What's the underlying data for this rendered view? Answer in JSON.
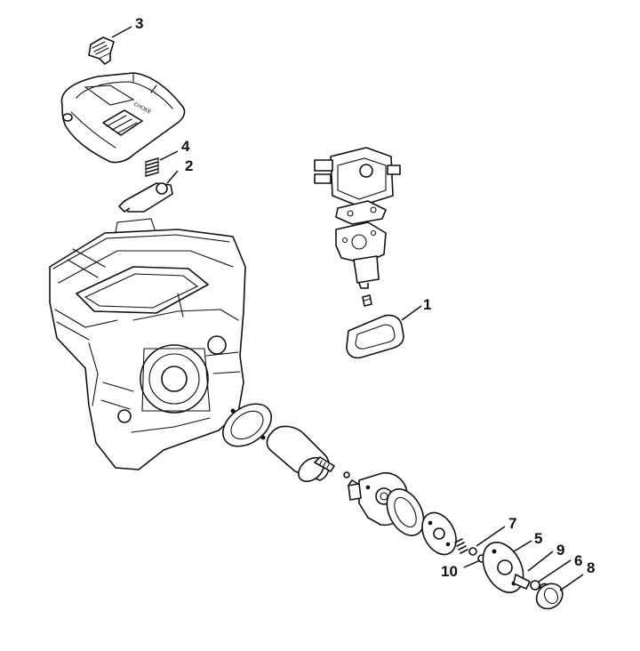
{
  "callouts": [
    {
      "id": "1",
      "label": "1"
    },
    {
      "id": "2",
      "label": "2"
    },
    {
      "id": "3",
      "label": "3"
    },
    {
      "id": "4",
      "label": "4"
    },
    {
      "id": "5",
      "label": "5"
    },
    {
      "id": "6",
      "label": "6"
    },
    {
      "id": "7",
      "label": "7"
    },
    {
      "id": "8",
      "label": "8"
    },
    {
      "id": "9",
      "label": "9"
    },
    {
      "id": "10",
      "label": "10"
    }
  ],
  "cover_marking": "CHOKE"
}
